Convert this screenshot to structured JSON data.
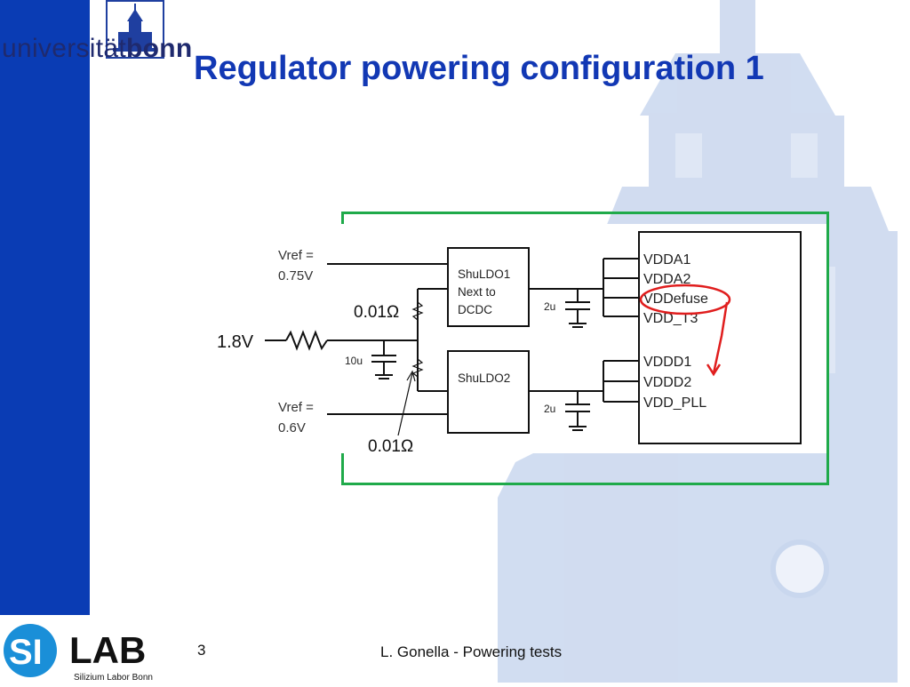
{
  "header": {
    "logo_prefix": "universität",
    "logo_bold": "bonn",
    "title": "Regulator powering configuration 1"
  },
  "diagram": {
    "supply_voltage": "1.8V",
    "vref_top": [
      "Vref =",
      "0.75V"
    ],
    "vref_bottom": [
      "Vref =",
      "0.6V"
    ],
    "resistor_top": "0.01Ω",
    "resistor_bottom": "0.01Ω",
    "input_cap": "10u",
    "output_cap_top": "2u",
    "output_cap_bottom": "2u",
    "regulator_top": [
      "ShuLDO1",
      "Next to",
      "DCDC"
    ],
    "regulator_bottom": "ShuLDO2",
    "chip_pins_analog": [
      "VDDA1",
      "VDDA2",
      "VDDefuse",
      "VDD_T3"
    ],
    "chip_pins_digital": [
      "VDDD1",
      "VDDD2",
      "VDD_PLL"
    ],
    "colors": {
      "frame": "#1faa4a",
      "highlight": "#e01e1e",
      "wire": "#111111"
    }
  },
  "footer": {
    "logo_si": "SI",
    "logo_lab": "LAB",
    "logo_subtitle": "Silizium Labor Bonn",
    "page_number": "3",
    "text": "L. Gonella - Powering tests"
  }
}
